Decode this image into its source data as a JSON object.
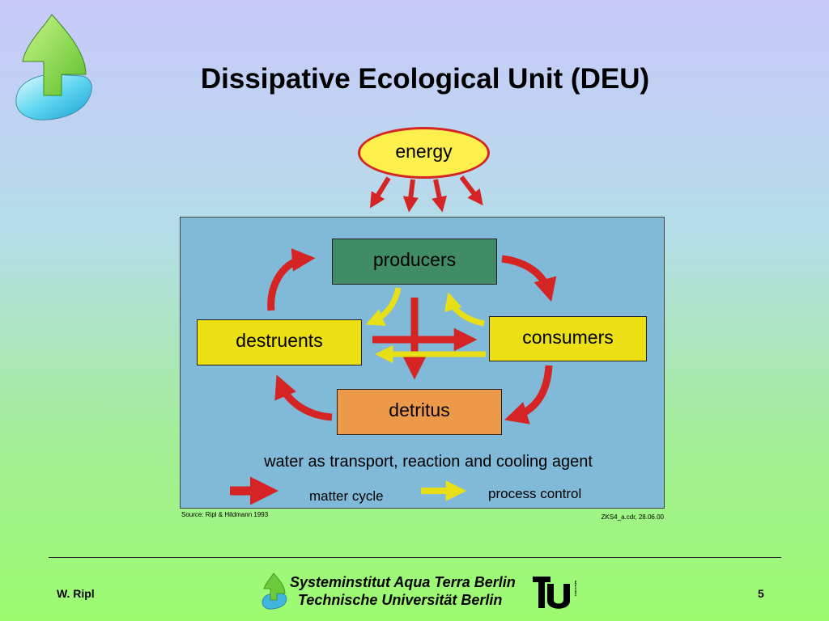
{
  "slide": {
    "title": "Dissipative Ecological Unit (DEU)",
    "author": "W. Ripl",
    "page_number": "5"
  },
  "diagram": {
    "nodes": {
      "energy": "energy",
      "producers": "producers",
      "destruents": "destruents",
      "consumers": "consumers",
      "detritus": "detritus"
    },
    "medium_caption": "water as transport, reaction and cooling agent",
    "legend": {
      "matter_cycle": "matter cycle",
      "process_control": "process control"
    },
    "source": "Source: Ripl & Hildmann 1993",
    "file_ref": "ZKS4_a.cdr, 28.06.00",
    "colors": {
      "matter_arrow": "#d42424",
      "control_arrow": "#e9df17",
      "panel": "#80bad8",
      "producers": "#3f8c67",
      "detritus": "#ec9a4a",
      "yellow_box": "#ecdf14"
    }
  },
  "footer": {
    "institute_line1": "Systeminstitut Aqua Terra Berlin",
    "institute_line2": "Technische Universität Berlin",
    "tu_logo_text": "berlin"
  }
}
